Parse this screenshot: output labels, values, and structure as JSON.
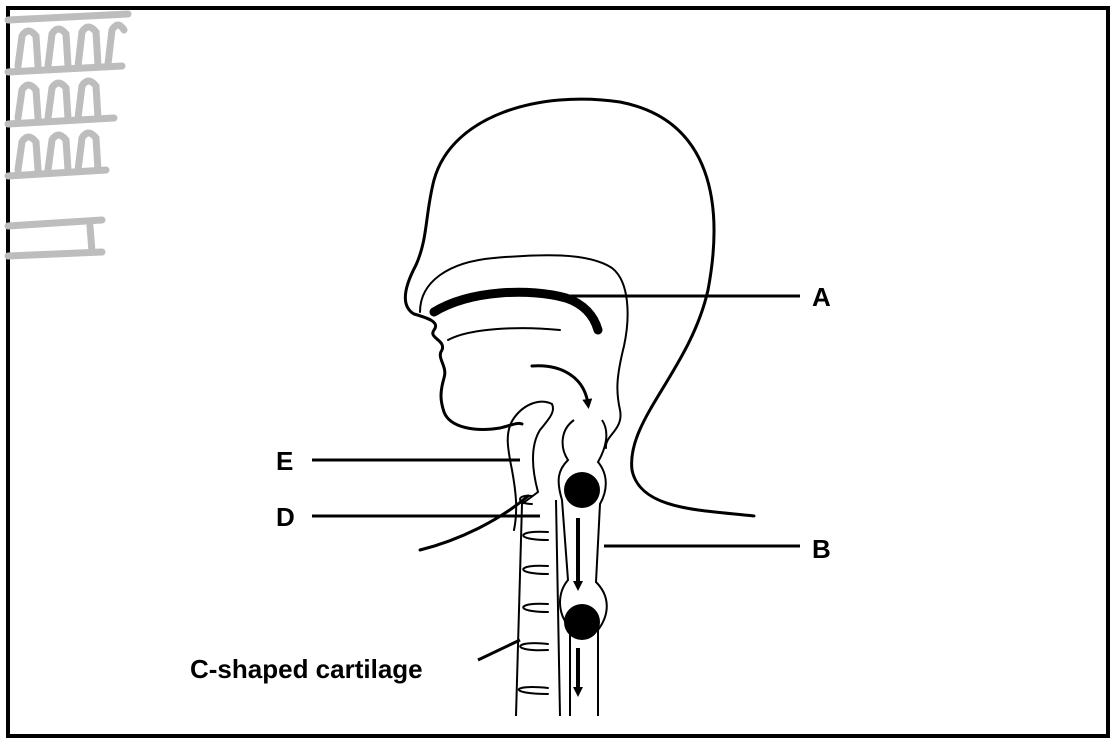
{
  "labels": {
    "a": "A",
    "b": "B",
    "d": "D",
    "e": "E",
    "cartilage": "C-shaped cartilage"
  },
  "colors": {
    "ink": "#000000",
    "watermark": "#bdbdbd",
    "background": "#ffffff"
  },
  "icons": {
    "watermark": "building-watermark-icon"
  }
}
